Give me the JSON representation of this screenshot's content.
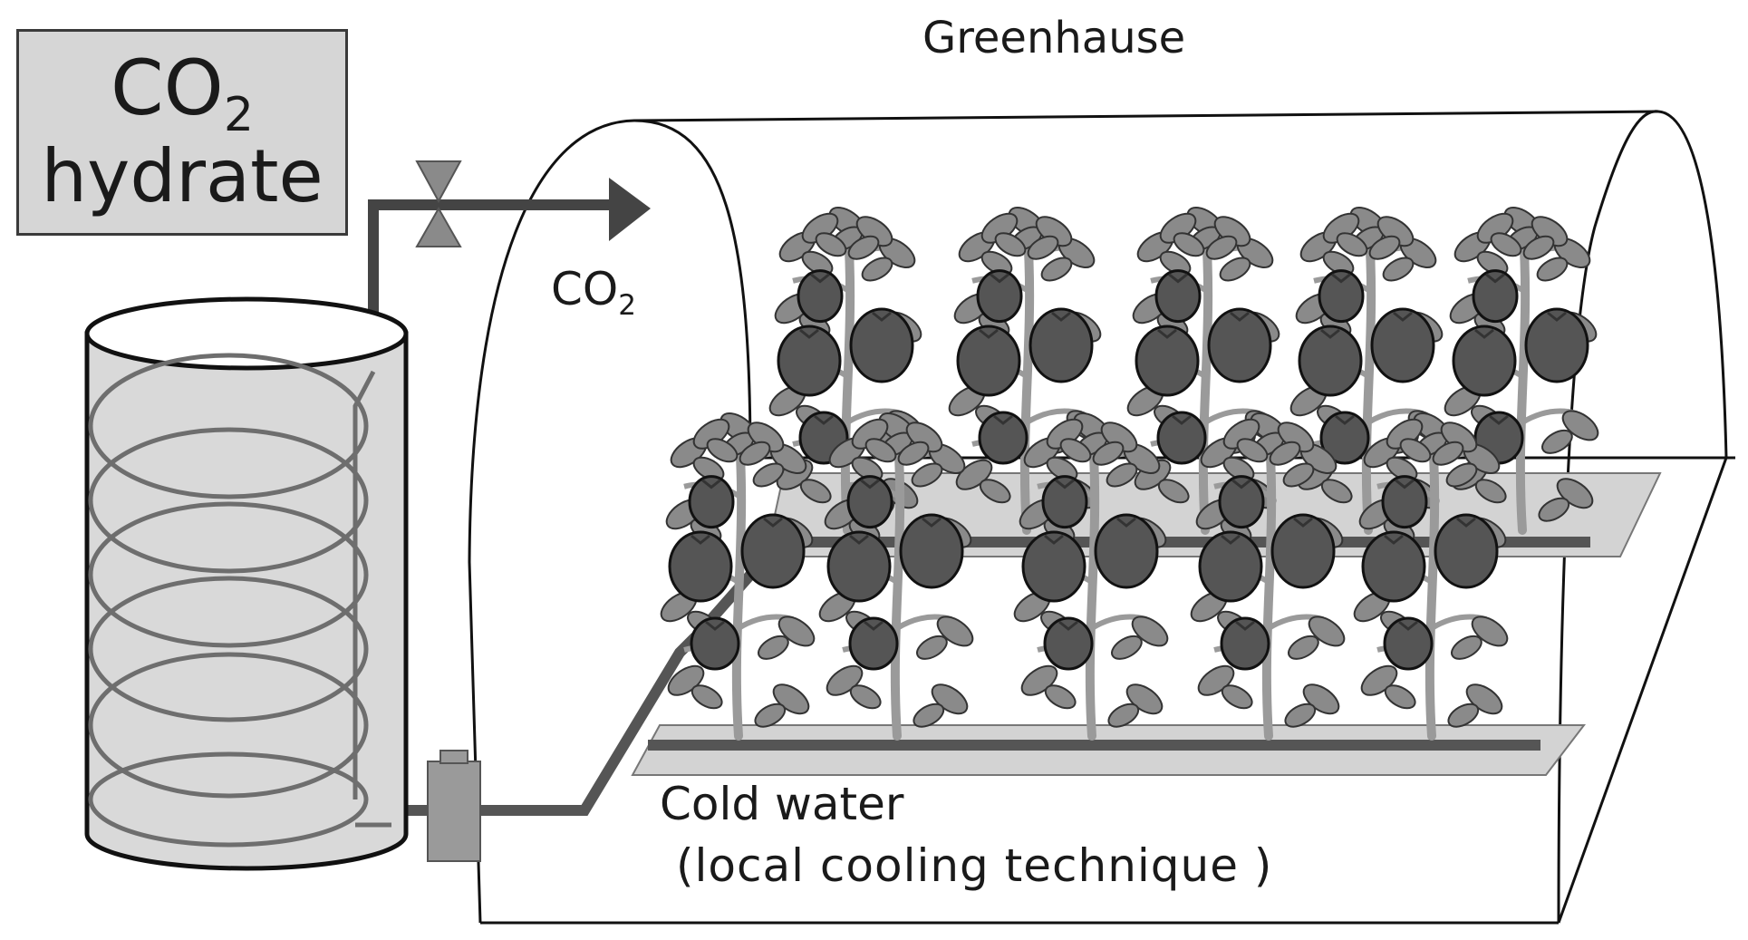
{
  "hydrate_box": {
    "formula_main": "CO",
    "formula_sub": "2",
    "word": "hydrate"
  },
  "greenhouse_label": "Greenhause",
  "co2_label": {
    "main": "CO",
    "sub": "2"
  },
  "cold_water_label": "Cold water",
  "cooling_label": "(local cooling technique )",
  "colors": {
    "pipe": "#555555",
    "tank_fill": "#d9d9d9",
    "coil": "#6e6e6e",
    "bed": "#d3d3d3",
    "fruit": "#555555",
    "leaf": "#8a8a8a",
    "stem": "#9a9a9a",
    "outline": "#111111"
  }
}
